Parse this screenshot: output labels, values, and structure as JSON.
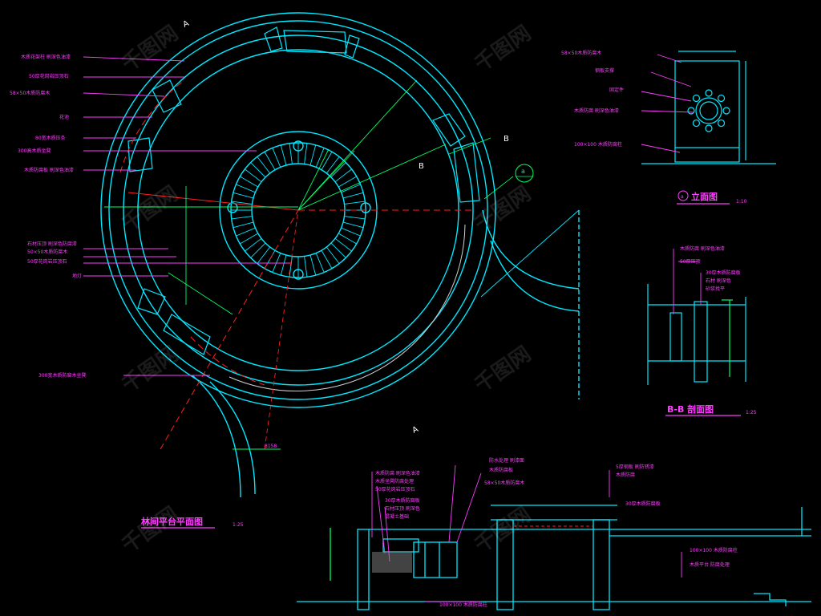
{
  "plan": {
    "title": "林间平台平面图",
    "scale": "1:25",
    "labels": [
      "木质花架柱 刷深色油漆",
      "50厚花岗岩压顶石",
      "58×50木质防腐木",
      "花池",
      "80宽木质压条",
      "300高木质坐凳",
      "木质防腐板 刷深色油漆"
    ],
    "labels_lower": [
      "石材压顶 刷深色防腐漆",
      "50×50木质防腐木",
      "50厚花岗岩压顶石",
      "地灯"
    ],
    "label_bottom": "300宽木质防腐木坐凳",
    "section_marks": {
      "a": "A",
      "b": "B",
      "callout": "a"
    },
    "dim_text": "8158"
  },
  "elevation": {
    "title": "立面图",
    "prefix": "a",
    "scale": "1:10",
    "labels": [
      "58×50木质防腐木",
      "钢板支撑",
      "固定件",
      "木质防腐 刷深色油漆",
      "100×100 木质防腐柱"
    ]
  },
  "section_bb": {
    "title": "B-B 剖面图",
    "scale": "1:25",
    "labels": [
      "木质防腐 刷深色油漆",
      "50厚压顶",
      "30厚木质防腐板",
      "石材 刷深色",
      "砂浆找平"
    ]
  },
  "section_aa": {
    "labels_left": [
      "木质防腐 刷深色油漆",
      "木质坐凳防腐处理",
      "50厚花岗岩压顶石",
      "30厚木质防腐板",
      "石材压顶 刷深色",
      "混凝土基础"
    ],
    "labels_mid": [
      "防水处理 刷漆面",
      "木质防腐板",
      "58×50木质防腐木"
    ],
    "labels_right": [
      "5厚钢板 刷防锈漆",
      "木质防腐",
      "30厚木质防腐板",
      "100×100 木质防腐柱",
      "木质平台 防腐处理"
    ],
    "bottom_label": "100×100 木质防腐柱"
  },
  "colors": {
    "outline": "#00e8ff",
    "leader": "#ff3cff",
    "dim": "#00ff66",
    "center": "#ff2020",
    "white": "#ffffff"
  },
  "watermark": "千图网"
}
